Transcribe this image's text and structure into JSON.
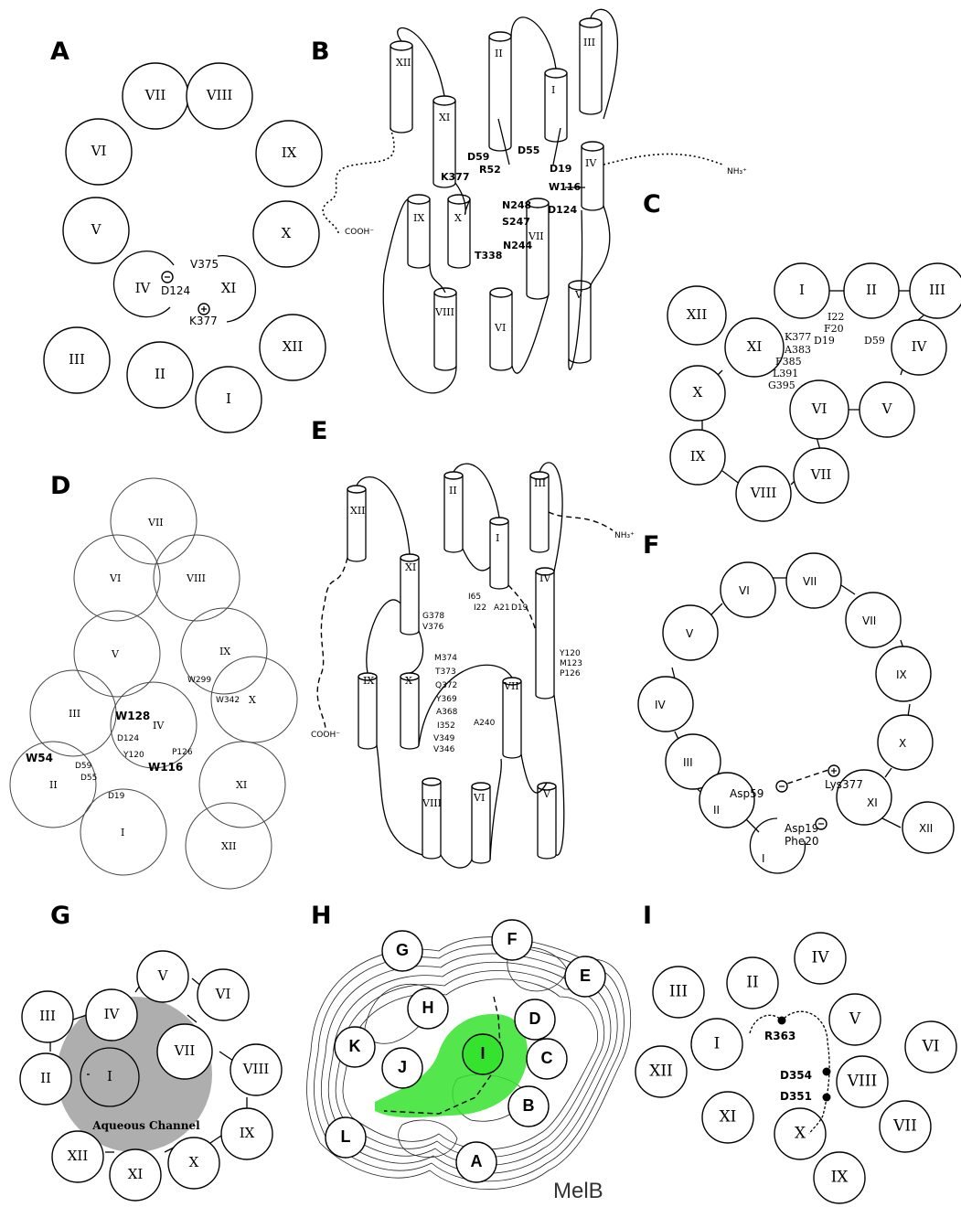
{
  "panels": {
    "A": {
      "label": "A",
      "helices": [
        "VII",
        "VIII",
        "VI",
        "IX",
        "V",
        "X",
        "IV",
        "XI",
        "III",
        "II",
        "XII",
        "I"
      ],
      "residues": {
        "V375": "V375",
        "D124": "D124",
        "K377": "K377"
      }
    },
    "B": {
      "label": "B",
      "helices": [
        "XII",
        "XI",
        "II",
        "I",
        "III",
        "IV",
        "IX",
        "X",
        "VII",
        "VIII",
        "VI",
        "V"
      ],
      "residues": [
        "K377",
        "R52",
        "D59",
        "D55",
        "D19",
        "W116",
        "D124",
        "N248",
        "S247",
        "N244",
        "T338"
      ],
      "termini": {
        "c": "COOH⁻",
        "n": "NH₃⁺"
      }
    },
    "C": {
      "label": "C",
      "helices": [
        "I",
        "II",
        "III",
        "XII",
        "XI",
        "IV",
        "X",
        "VI",
        "V",
        "IX",
        "VIII",
        "VII"
      ],
      "residues": [
        "I22",
        "F20",
        "D19",
        "D59",
        "K377",
        "A383",
        "F385",
        "L391",
        "G395"
      ]
    },
    "D": {
      "label": "D",
      "helices": [
        "VII",
        "VI",
        "VIII",
        "V",
        "IX",
        "III",
        "IV",
        "X",
        "II",
        "XI",
        "I",
        "XII"
      ],
      "residues": [
        "W299",
        "W342",
        "W128",
        "D124",
        "P126",
        "Y120",
        "W116",
        "W54",
        "D59",
        "D55",
        "D19"
      ]
    },
    "E": {
      "label": "E",
      "helices": [
        "II",
        "III",
        "XII",
        "I",
        "XI",
        "IV",
        "IX",
        "X",
        "VII",
        "VIII",
        "VI",
        "V"
      ],
      "residues": [
        "I65",
        "I22",
        "A21",
        "D19",
        "G378",
        "V376",
        "M374",
        "T373",
        "Q372",
        "Y369",
        "A368",
        "I352",
        "V349",
        "V346",
        "Y120",
        "M123",
        "P126",
        "A240"
      ],
      "termini": {
        "c": "COOH⁻",
        "n": "NH₃⁺"
      }
    },
    "F": {
      "label": "F",
      "helices": [
        "VI",
        "VII",
        "V",
        "VII",
        "IV",
        "IX",
        "III",
        "X",
        "II",
        "XI",
        "XII",
        "I"
      ],
      "residues": [
        "Asp59",
        "Lys377",
        "Asp19",
        "Phe20"
      ]
    },
    "G": {
      "label": "G",
      "helices": [
        "V",
        "IV",
        "VI",
        "III",
        "VII",
        "VIII",
        "II",
        "I",
        "XII",
        "IX",
        "XI",
        "X"
      ],
      "channel_label": "Aqueous Channel"
    },
    "H": {
      "label": "H",
      "helices": [
        "G",
        "F",
        "E",
        "H",
        "D",
        "K",
        "I",
        "C",
        "J",
        "B",
        "L",
        "A"
      ],
      "title": "MelB",
      "highlight_color": "#35e22e"
    },
    "I": {
      "label": "I",
      "helices": [
        "IV",
        "III",
        "II",
        "V",
        "VI",
        "I",
        "XII",
        "VIII",
        "XI",
        "X",
        "VII",
        "IX"
      ],
      "residues": [
        "R363",
        "D354",
        "D351"
      ]
    }
  }
}
